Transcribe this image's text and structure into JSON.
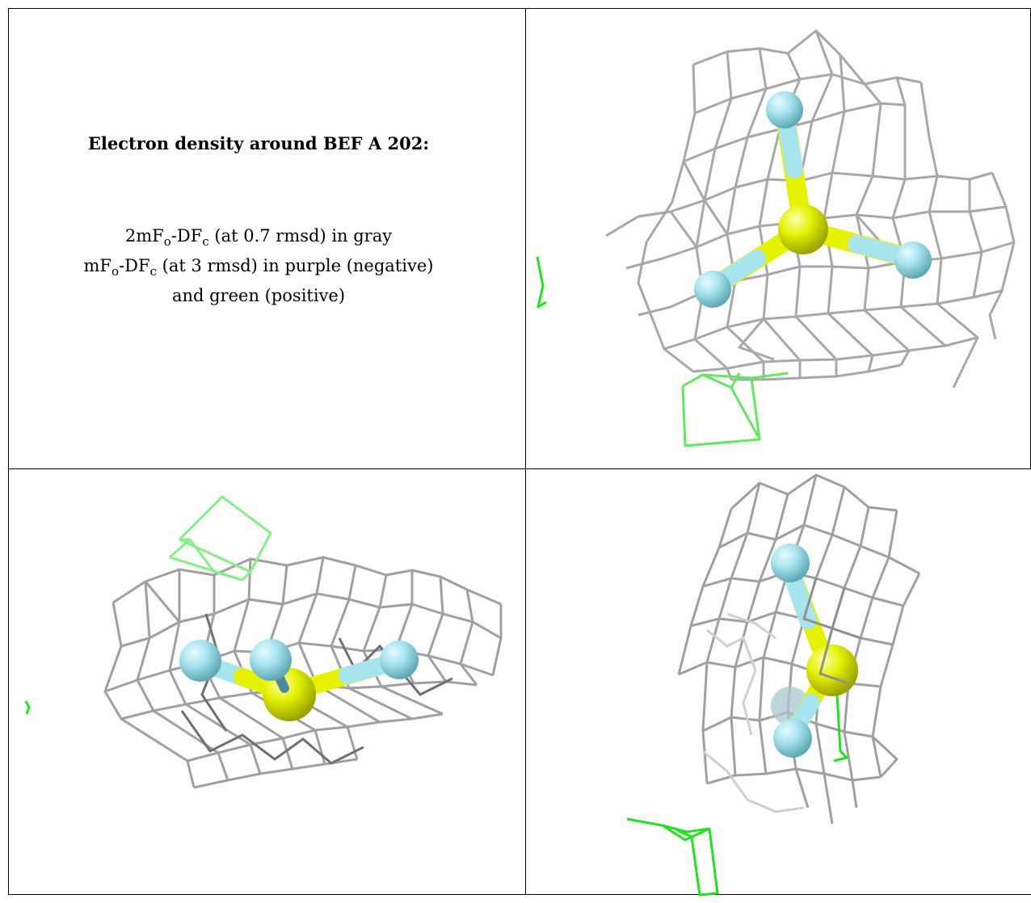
{
  "caption": {
    "title": "Electron density around BEF A 202:",
    "line1_pre": "2mF",
    "sub_o": "o",
    "line1_mid": "-DF",
    "sub_c": "c",
    "line1_post": " (at 0.7 rmsd) in gray",
    "line2_pre": "mF",
    "line2_post": " (at 3 rmsd) in purple (negative)",
    "line3": "and green (positive)"
  },
  "colors": {
    "mesh_gray": "#a8a8a8",
    "mesh_dark": "#7a7a7a",
    "mesh_light": "#d4d4d4",
    "positive_green": "#22e022",
    "light_green": "#8ef08e",
    "fluorine_cyan": "#a8e4ee",
    "beryllium_yellow": "#e4f200",
    "border": "#000000"
  }
}
